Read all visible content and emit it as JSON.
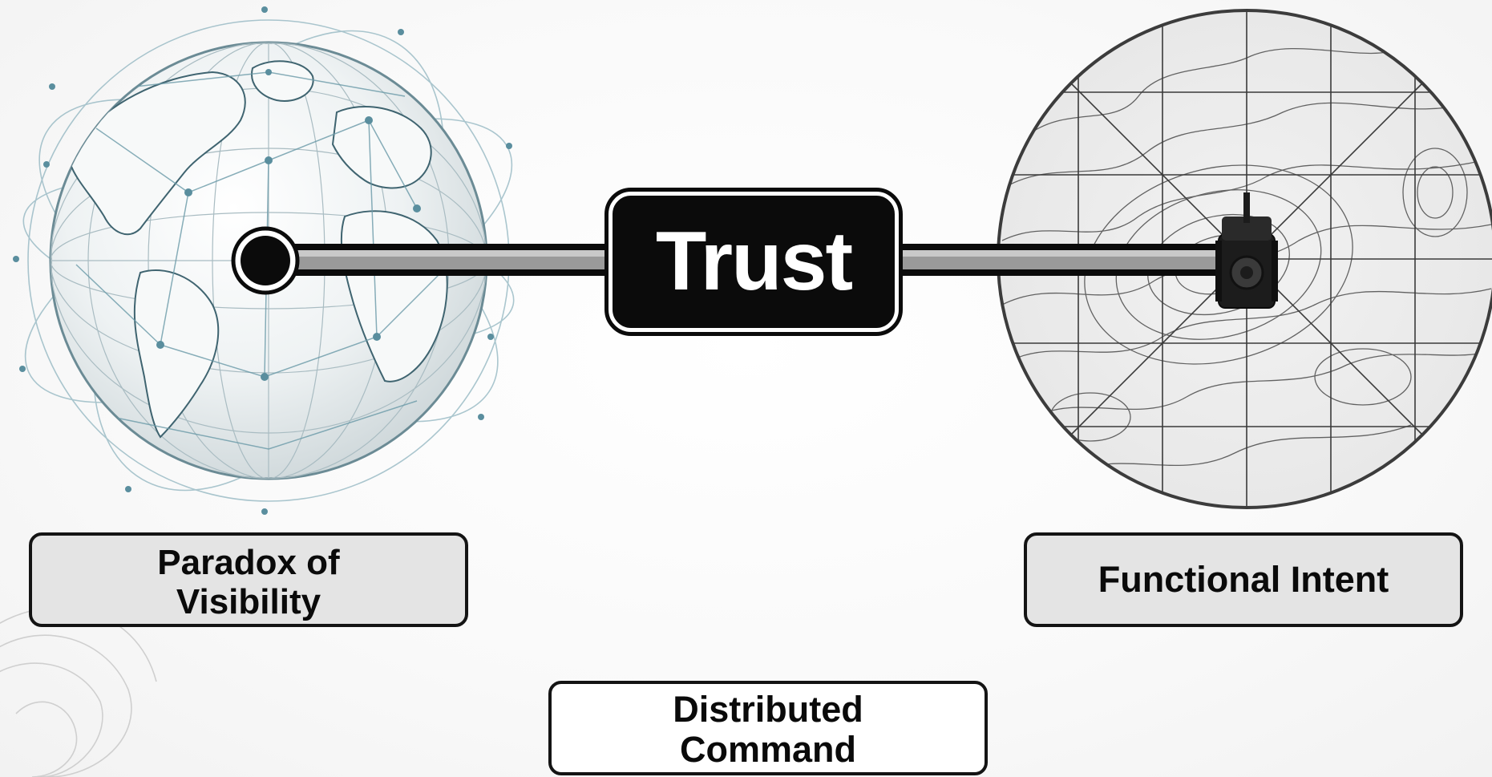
{
  "center_label": "Trust",
  "left_label": "Paradox of Visibility",
  "right_label": "Functional Intent",
  "bottom_label": "Distributed Command",
  "colors": {
    "globe_line": "#5e8fa0",
    "globe_node": "#5a8e9e",
    "badge_fill": "#0b0b0b",
    "box_fill": "#e4e4e4",
    "outline": "#141414"
  },
  "icons": [
    "globe-icon",
    "topographic-map-icon",
    "tank-icon",
    "link-bar"
  ]
}
